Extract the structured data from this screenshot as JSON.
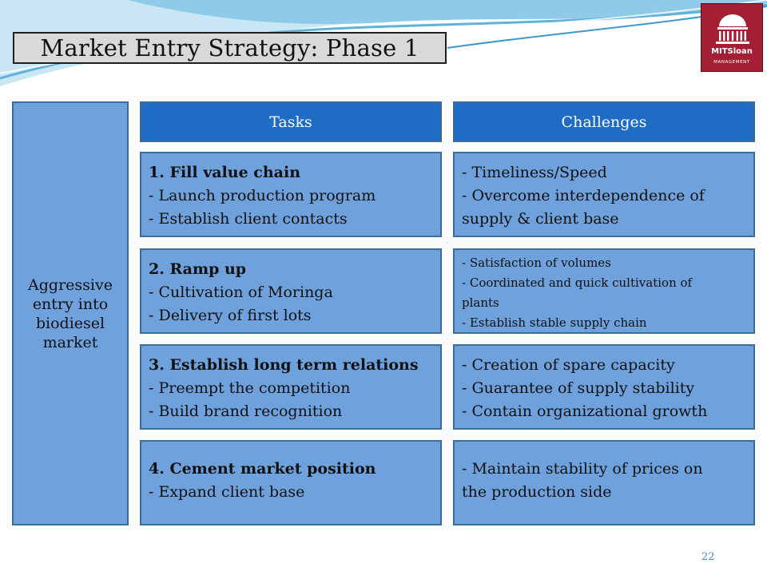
{
  "title": "Market Entry Strategy: Phase 1",
  "logo": {
    "line1": "MITSloan",
    "line2": "MANAGEMENT"
  },
  "left_label": "Aggressive entry into biodiesel market",
  "headers": {
    "tasks": "Tasks",
    "challenges": "Challenges"
  },
  "rows": [
    {
      "task_title": "1. Fill value chain",
      "task_lines": [
        "- Launch production program",
        "- Establish client contacts"
      ],
      "challenge_lines": [
        "- Timeliness/Speed",
        "- Overcome interdependence of",
        "supply & client base"
      ]
    },
    {
      "task_title": "2. Ramp up",
      "task_lines": [
        "- Cultivation of Moringa",
        "- Delivery of first lots"
      ],
      "challenge_lines": [
        "- Satisfaction of volumes",
        "- Coordinated and quick cultivation of",
        "plants",
        "- Establish stable supply chain"
      ]
    },
    {
      "task_title": "3. Establish long term relations",
      "task_lines": [
        "- Preempt the competition",
        "- Build brand recognition"
      ],
      "challenge_lines": [
        "- Creation of spare capacity",
        "- Guarantee of supply stability",
        "- Contain organizational growth"
      ]
    },
    {
      "task_title": "4. Cement market position",
      "task_lines": [
        "- Expand client base"
      ],
      "challenge_lines": [
        "- Maintain stability of prices on",
        "the production side"
      ]
    }
  ],
  "page_number": "22",
  "colors": {
    "header_fill": "#1f6cc4",
    "cell_fill": "#6fa1dc",
    "logo_red": "#a31f34"
  }
}
